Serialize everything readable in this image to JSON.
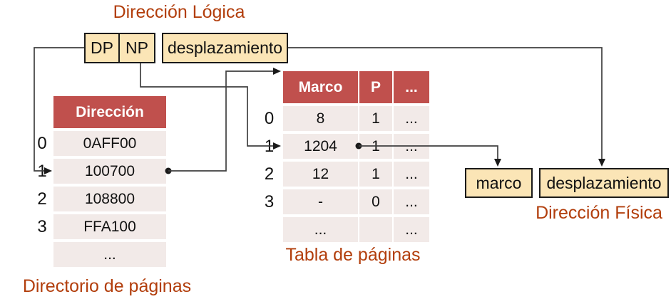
{
  "colors": {
    "header_red": "#C0504D",
    "row_pink": "#F2EAE8",
    "box_cream": "#FBE5B6",
    "caption_orange": "#B23E0C",
    "line_gray": "#3F3F3F",
    "arrow_black": "#1A1A1A",
    "header_text": "#FFFFFF"
  },
  "logical_address": {
    "title": "Dirección Lógica",
    "dp": "DP",
    "np": "NP",
    "offset": "desplazamiento"
  },
  "directory": {
    "caption": "Directorio de páginas",
    "header": "Dirección",
    "rows": [
      {
        "label": "0",
        "value": "0AFF00"
      },
      {
        "label": "1",
        "value": "100700"
      },
      {
        "label": "2",
        "value": "108800"
      },
      {
        "label": "3",
        "value": "FFA100"
      },
      {
        "label": "",
        "value": "..."
      }
    ]
  },
  "page_table": {
    "caption": "Tabla de páginas",
    "headers": {
      "marco": "Marco",
      "p": "P",
      "more": "..."
    },
    "rows": [
      {
        "label": "0",
        "marco": "8",
        "p": "1",
        "more": "..."
      },
      {
        "label": "1",
        "marco": "1204",
        "p": "1",
        "more": "..."
      },
      {
        "label": "2",
        "marco": "12",
        "p": "1",
        "more": "..."
      },
      {
        "label": "3",
        "marco": "-",
        "p": "0",
        "more": "..."
      },
      {
        "label": "",
        "marco": "...",
        "p": "",
        "more": "..."
      }
    ]
  },
  "physical_address": {
    "caption": "Dirección Física",
    "marco": "marco",
    "offset": "desplazamiento"
  }
}
